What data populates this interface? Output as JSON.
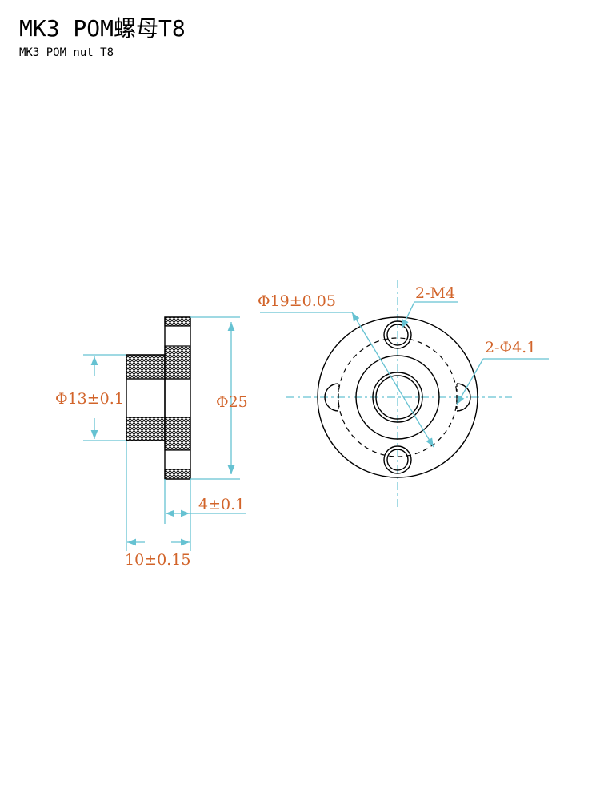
{
  "header": {
    "title": "MK3 POM螺母T8",
    "subtitle": "MK3 POM nut T8"
  },
  "dimensions": {
    "flange_diameter": "Φ25",
    "body_diameter": "Φ13±0.1",
    "flange_thickness": "4±0.1",
    "total_length": "10±0.15",
    "bolt_circle": "Φ19±0.05",
    "threaded_holes": "2-M4",
    "through_holes": "2-Φ4.1"
  },
  "colors": {
    "dimension_line": "#66c2d2",
    "dimension_text": "#d2642a",
    "outline": "#000000"
  }
}
